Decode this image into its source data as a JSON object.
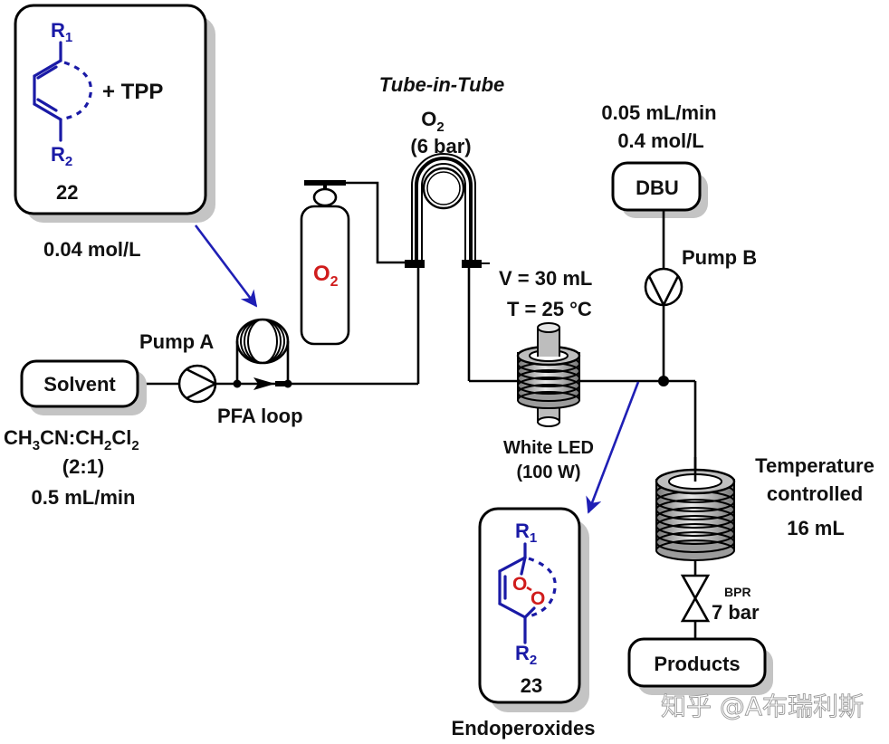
{
  "reactant_box": {
    "r1": "R",
    "r1_sub": "1",
    "r2": "R",
    "r2_sub": "2",
    "plus_label": "+ TPP",
    "compound_number": "22",
    "concentration": "0.04 mol/L"
  },
  "solvent": {
    "label": "Solvent",
    "composition_parts": [
      "CH",
      "3",
      "CN:CH",
      "2",
      "Cl",
      "2"
    ],
    "ratio": "(2:1)",
    "flow_rate": "0.5 mL/min"
  },
  "pump_a": {
    "label": "Pump A"
  },
  "pfa_loop": {
    "label": "PFA loop"
  },
  "oxygen_cylinder": {
    "label": "O",
    "label_sub": "2"
  },
  "tube_in_tube": {
    "title": "Tube-in-Tube",
    "gas": "O",
    "gas_sub": "2",
    "pressure": "(6 bar)"
  },
  "photoreactor": {
    "volume": "V = 30 mL",
    "temperature": "T = 25 °C",
    "light_source": "White LED",
    "power": "(100 W)"
  },
  "dbu": {
    "flow_rate": "0.05 mL/min",
    "concentration": "0.4 mol/L",
    "label": "DBU"
  },
  "pump_b": {
    "label": "Pump B"
  },
  "temp_coil": {
    "line1": "Temperature",
    "line2": "controlled",
    "volume": "16 mL"
  },
  "bpr": {
    "label": "BPR",
    "pressure": "7 bar"
  },
  "products": {
    "label": "Products"
  },
  "product_box": {
    "r1": "R",
    "r1_sub": "1",
    "r2": "R",
    "r2_sub": "2",
    "o1": "O",
    "o2": "O",
    "compound_number": "23",
    "caption": "Endoperoxides"
  },
  "watermark": "知乎 @A布瑞利斯",
  "colors": {
    "molecule_blue": "#1a1aa6",
    "oxygen_red": "#d01c1c",
    "arrow_blue": "#1f1fb5",
    "shadow_gray": "#c4c4c4"
  }
}
